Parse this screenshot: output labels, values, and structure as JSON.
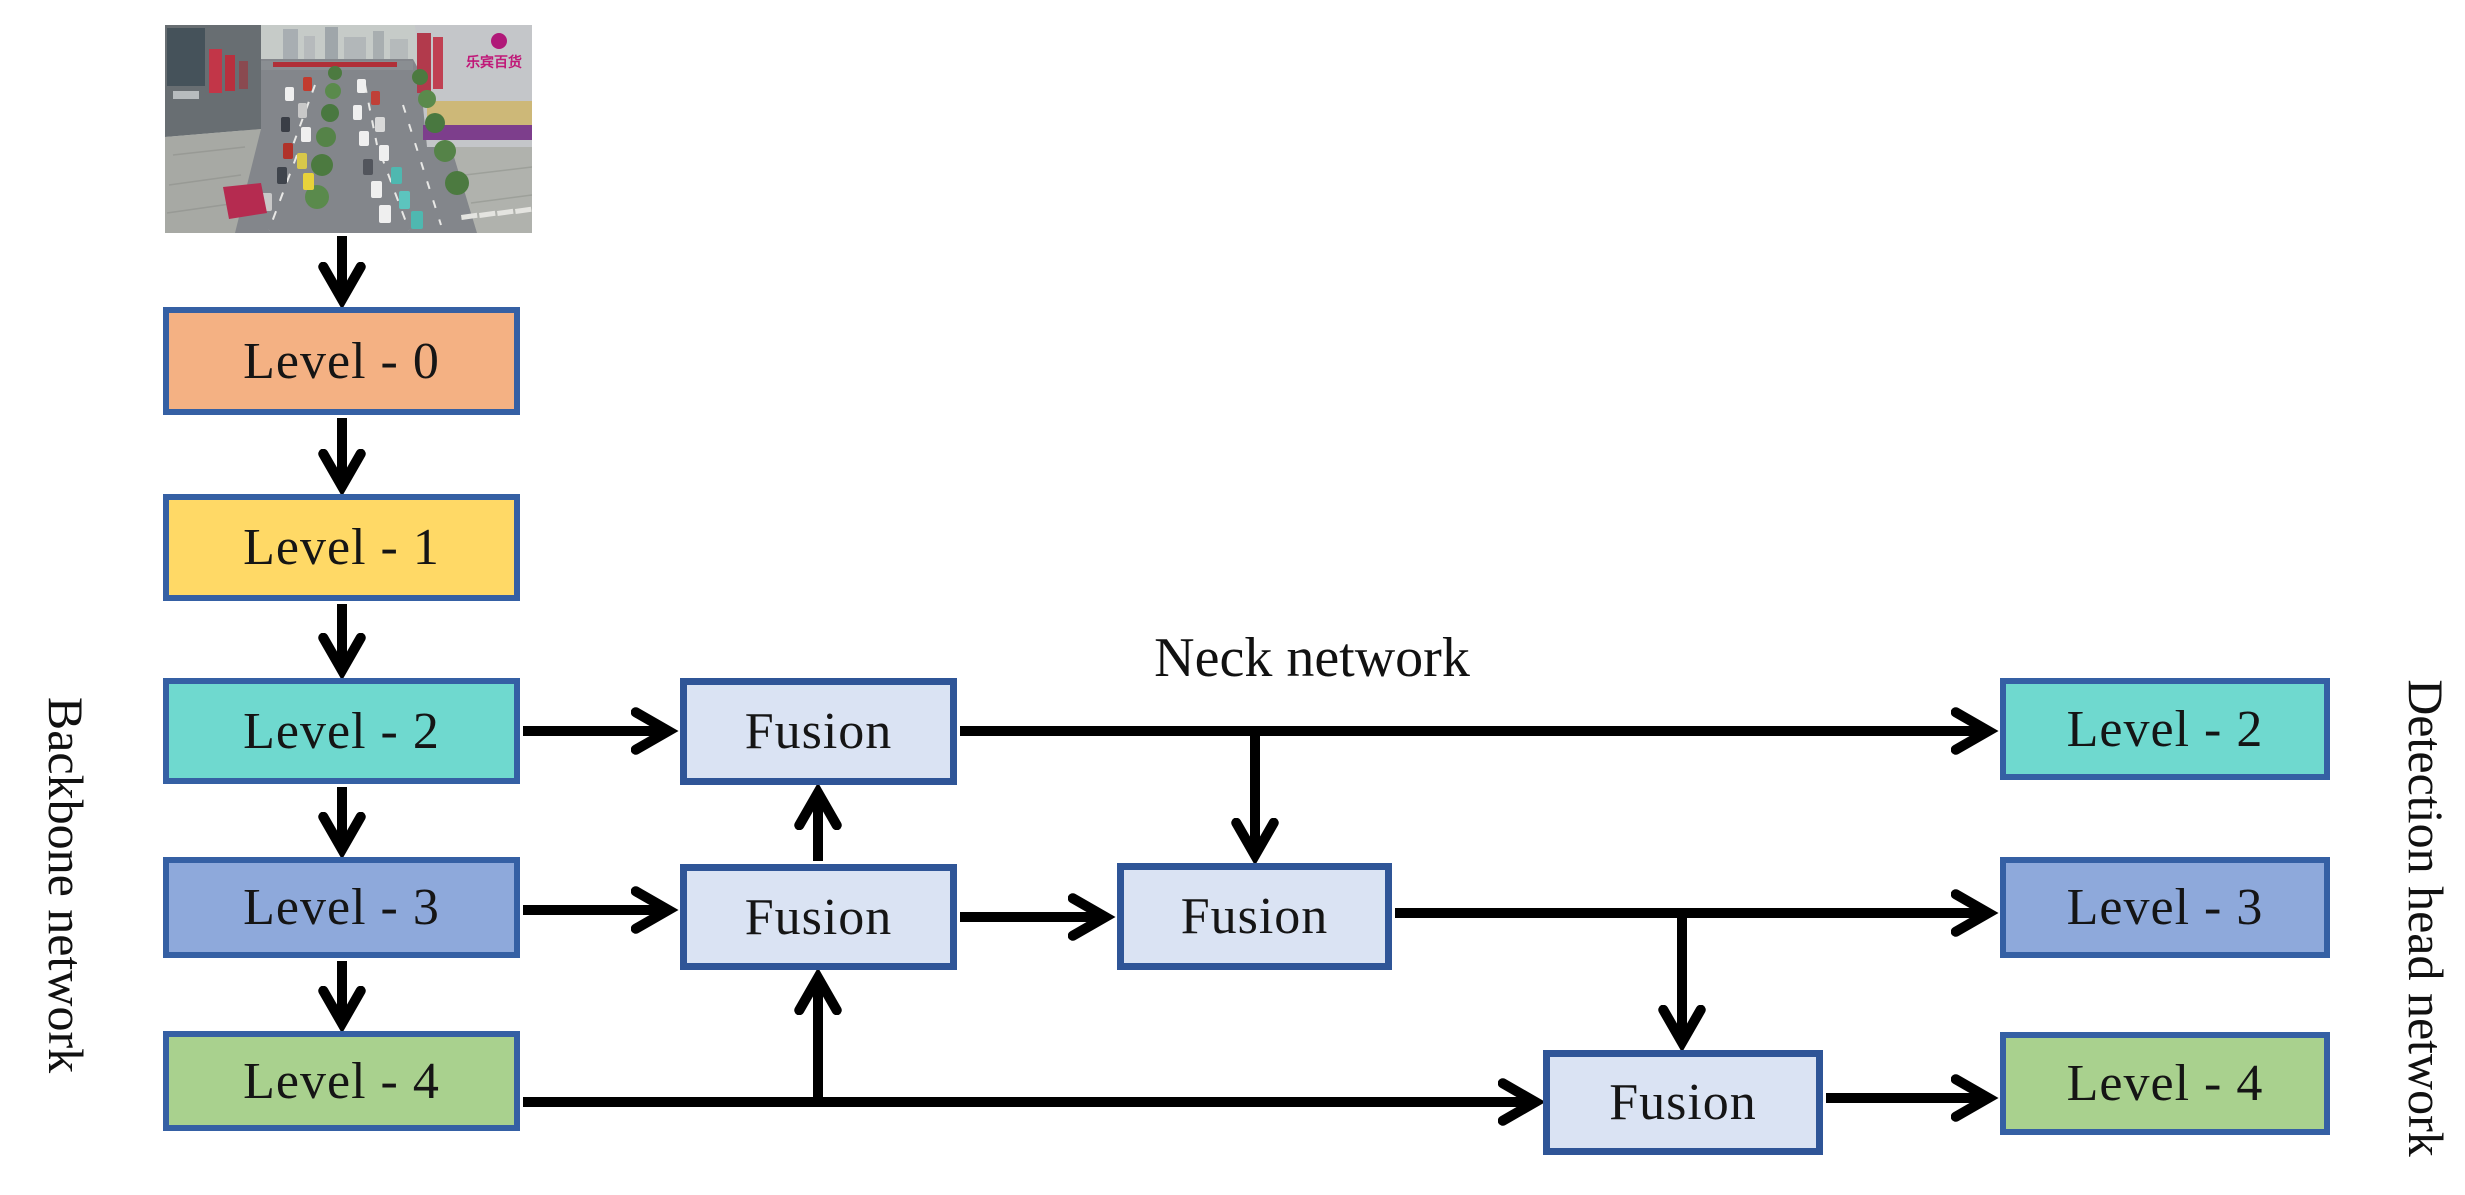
{
  "diagram": {
    "photo": {
      "description": "Aerial photo of a busy multi-lane city road with cars, roadside trees, plazas and shopping buildings",
      "building_sign": "乐宾百货"
    },
    "backbone": {
      "title": "Backbone network",
      "boxes": [
        {
          "label": "Level - 0",
          "fill": "#F4B183"
        },
        {
          "label": "Level - 1",
          "fill": "#FFD966"
        },
        {
          "label": "Level - 2",
          "fill": "#6FD9CF"
        },
        {
          "label": "Level - 3",
          "fill": "#8EA9DB"
        },
        {
          "label": "Level - 4",
          "fill": "#A9D18E"
        }
      ]
    },
    "neck": {
      "title": "Neck network",
      "boxes": [
        {
          "label": "Fusion",
          "fill": "#DAE3F3"
        },
        {
          "label": "Fusion",
          "fill": "#DAE3F3"
        },
        {
          "label": "Fusion",
          "fill": "#DAE3F3"
        },
        {
          "label": "Fusion",
          "fill": "#DAE3F3"
        }
      ]
    },
    "head": {
      "title": "Detection head network",
      "boxes": [
        {
          "label": "Level - 2",
          "fill": "#6FD9CF"
        },
        {
          "label": "Level - 3",
          "fill": "#8EA9DB"
        },
        {
          "label": "Level - 4",
          "fill": "#A9D18E"
        }
      ]
    },
    "colors": {
      "level_box_border": "#3560A4",
      "fusion_box_border": "#2F5597",
      "arrow": "#000000"
    }
  }
}
